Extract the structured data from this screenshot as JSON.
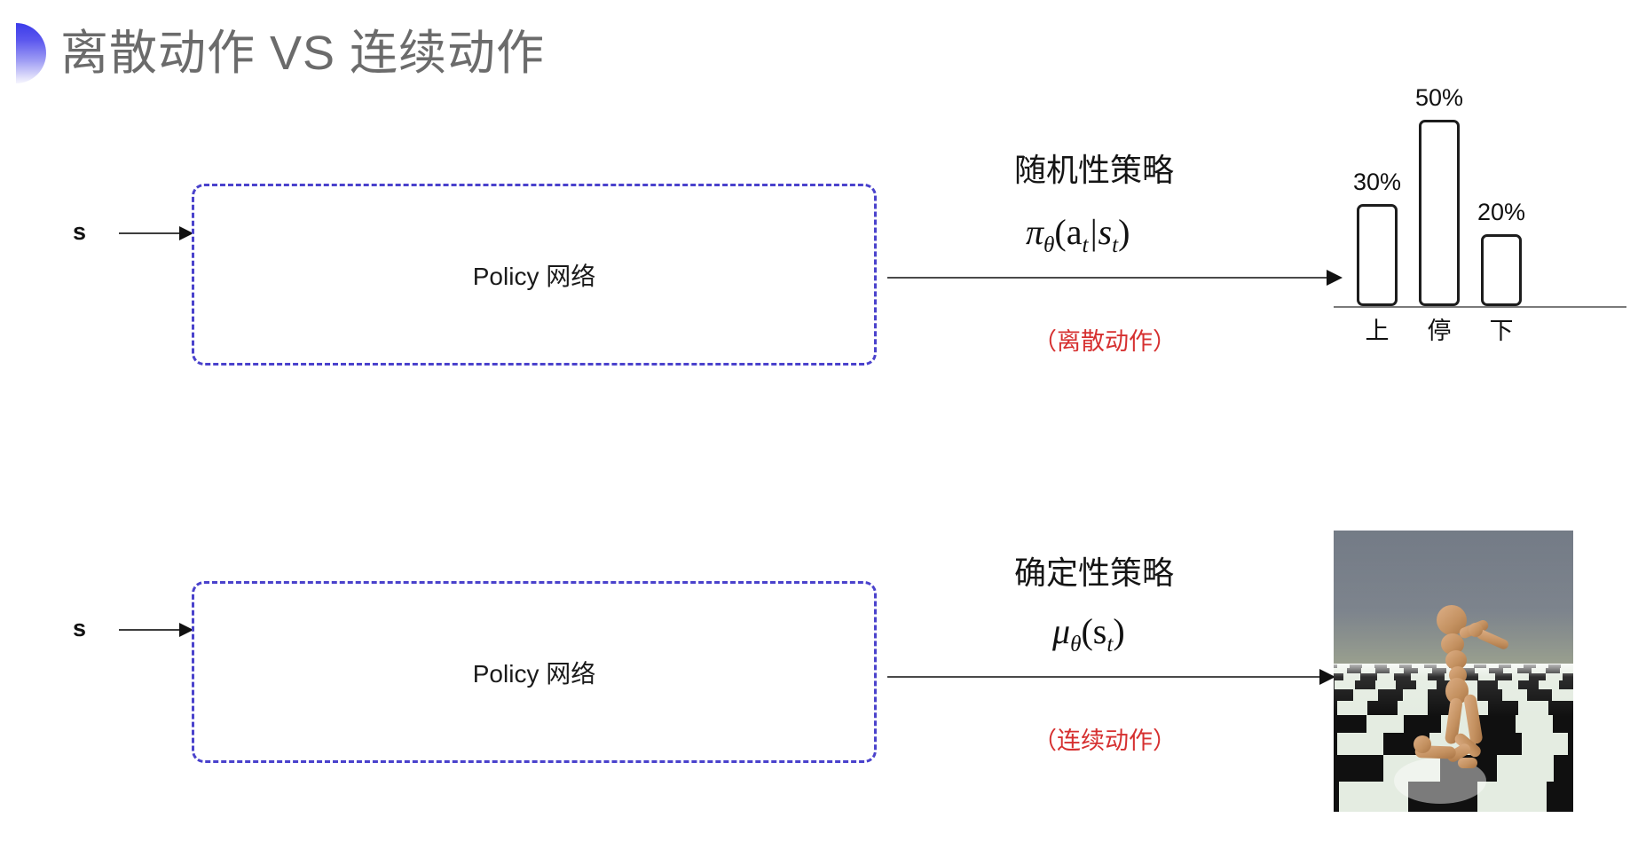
{
  "slide": {
    "title": "离散动作 VS 连续动作",
    "title_color": "#6b6b6b",
    "decor_color_top": "#3b3bea",
    "decor_color_bottom": "#e5e4fb",
    "background": "#ffffff"
  },
  "rows": [
    {
      "id": "discrete",
      "state_label": "s",
      "policy_box_label": "Policy 网络",
      "policy_box_border_color": "#4a42cc",
      "policy_title": "随机性策略",
      "formula_main": "π",
      "formula_theta": "θ",
      "formula_args": "(a",
      "formula_sub_t1": "t",
      "formula_bar": "|s",
      "formula_sub_t2": "t",
      "formula_close": ")",
      "action_kind": "（离散动作）",
      "action_kind_color": "#d63030"
    },
    {
      "id": "continuous",
      "state_label": "s",
      "policy_box_label": "Policy 网络",
      "policy_box_border_color": "#4a42cc",
      "policy_title": "确定性策略",
      "formula_main": "μ",
      "formula_theta": "θ",
      "formula_args": "(s",
      "formula_sub_t1": "t",
      "formula_close": ")",
      "action_kind": "（连续动作）",
      "action_kind_color": "#d63030"
    }
  ],
  "chart_data": {
    "type": "bar",
    "title": "",
    "xlabel": "",
    "ylabel": "",
    "categories": [
      "上",
      "停",
      "下"
    ],
    "values": [
      30,
      50,
      20
    ],
    "value_labels": [
      "30%",
      "50%",
      "20%"
    ],
    "ylim": [
      0,
      55
    ],
    "grid": false,
    "legend": "none",
    "bar_fill": "#ffffff",
    "bar_stroke": "#1d1d1d",
    "axis_color": "#7a7a7a"
  },
  "sim_image": {
    "name": "mujoco-humanoid",
    "sky_color": "#777f89",
    "floor_light": "#e3ece0",
    "floor_dark": "#0c0c0c",
    "body_color": "#c99a72"
  }
}
